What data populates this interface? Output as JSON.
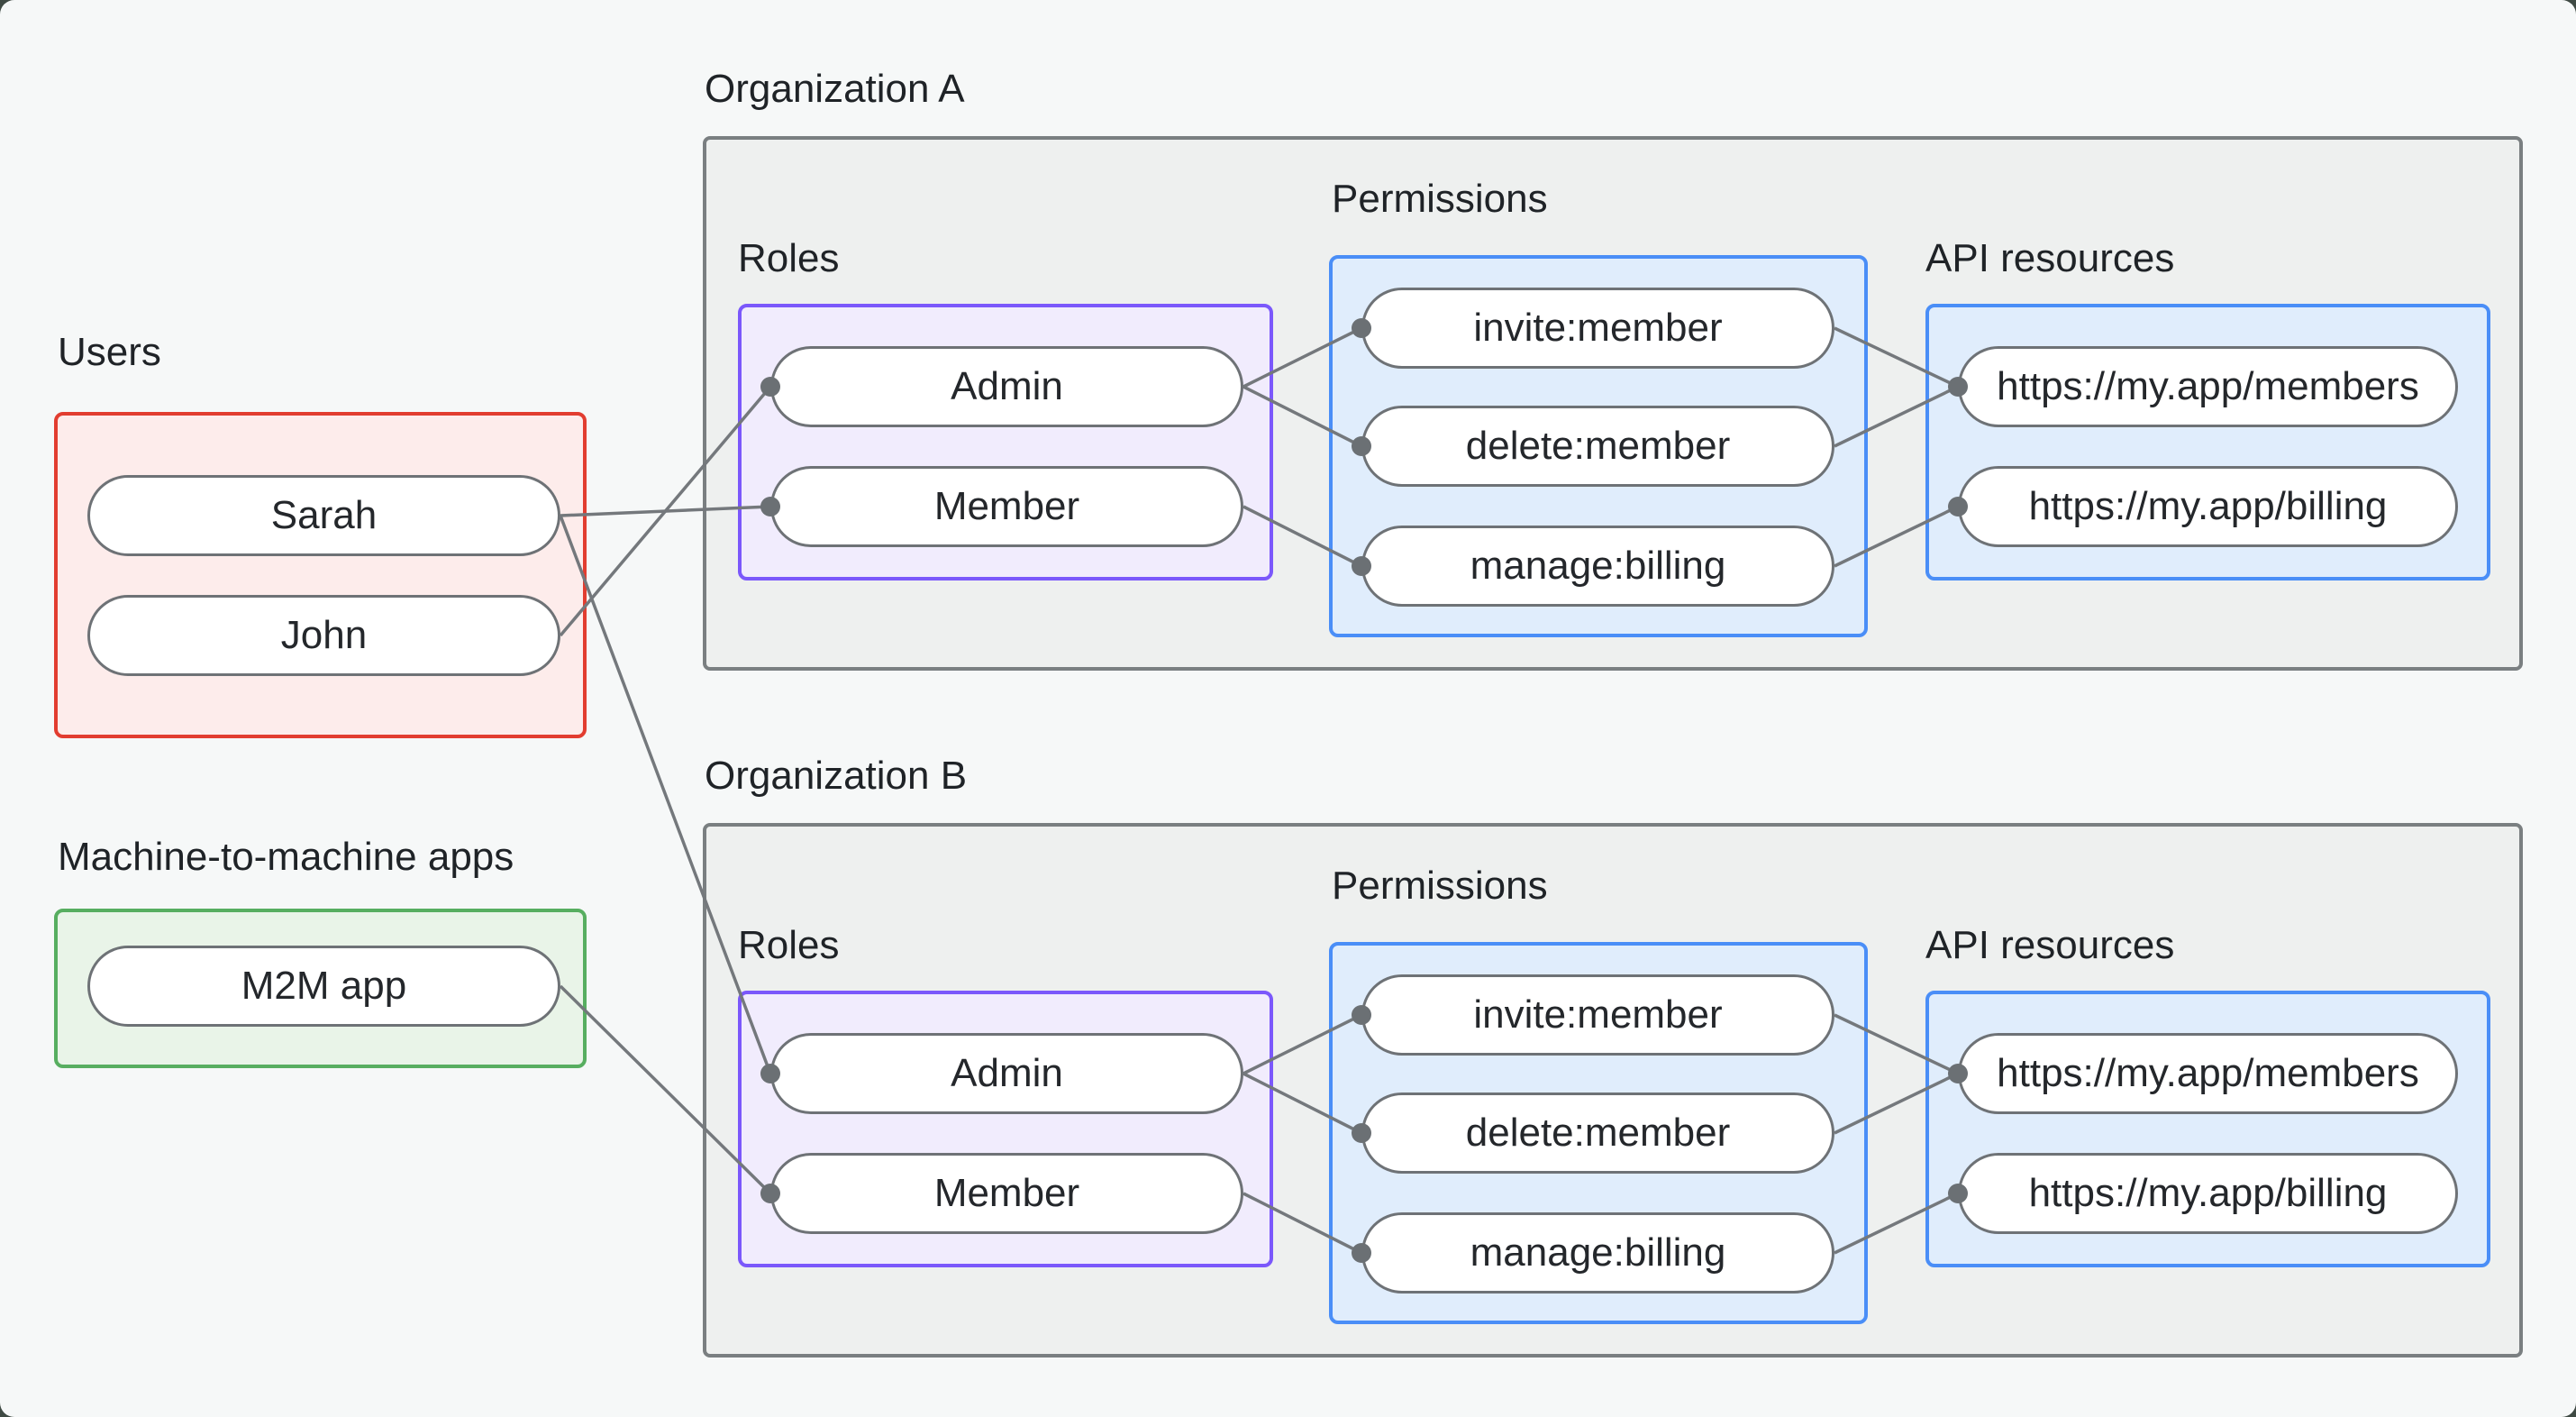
{
  "users_group": {
    "label": "Users",
    "items": [
      "Sarah",
      "John"
    ]
  },
  "m2m_group": {
    "label": "Machine-to-machine apps",
    "items": [
      "M2M app"
    ]
  },
  "orgs": [
    {
      "title": "Organization A",
      "roles_label": "Roles",
      "permissions_label": "Permissions",
      "api_label": "API resources",
      "roles": [
        "Admin",
        "Member"
      ],
      "permissions": [
        "invite:member",
        "delete:member",
        "manage:billing"
      ],
      "api_resources": [
        "https://my.app/members",
        "https://my.app/billing"
      ]
    },
    {
      "title": "Organization B",
      "roles_label": "Roles",
      "permissions_label": "Permissions",
      "api_label": "API resources",
      "roles": [
        "Admin",
        "Member"
      ],
      "permissions": [
        "invite:member",
        "delete:member",
        "manage:billing"
      ],
      "api_resources": [
        "https://my.app/members",
        "https://my.app/billing"
      ]
    }
  ],
  "edges": [
    {
      "from": "Sarah",
      "to": "Organization A / Member"
    },
    {
      "from": "John",
      "to": "Organization A / Admin"
    },
    {
      "from": "Sarah",
      "to": "Organization B / Admin"
    },
    {
      "from": "M2M app",
      "to": "Organization B / Member"
    },
    {
      "from": "Organization A / Admin",
      "to": "Organization A / invite:member"
    },
    {
      "from": "Organization A / Admin",
      "to": "Organization A / delete:member"
    },
    {
      "from": "Organization A / Member",
      "to": "Organization A / manage:billing"
    },
    {
      "from": "Organization A / invite:member",
      "to": "Organization A / https://my.app/members"
    },
    {
      "from": "Organization A / delete:member",
      "to": "Organization A / https://my.app/members"
    },
    {
      "from": "Organization A / manage:billing",
      "to": "Organization A / https://my.app/billing"
    },
    {
      "from": "Organization B / Admin",
      "to": "Organization B / invite:member"
    },
    {
      "from": "Organization B / Admin",
      "to": "Organization B / delete:member"
    },
    {
      "from": "Organization B / Member",
      "to": "Organization B / manage:billing"
    },
    {
      "from": "Organization B / invite:member",
      "to": "Organization B / https://my.app/members"
    },
    {
      "from": "Organization B / delete:member",
      "to": "Organization B / https://my.app/members"
    },
    {
      "from": "Organization B / manage:billing",
      "to": "Organization B / https://my.app/billing"
    }
  ],
  "colors": {
    "page_bg": "#f6f8f8",
    "frame_bg": "#3f4a44",
    "org_box_border": "#7a7f81",
    "org_box_fill": "#eef0ef",
    "users_border": "#e23d30",
    "users_fill": "#fdeceb",
    "m2m_border": "#57ae60",
    "m2m_fill": "#e9f4e8",
    "roles_border": "#7b58fb",
    "roles_fill": "#f1ecfd",
    "permissions_border": "#4a8ef7",
    "permissions_fill": "#e0edfc",
    "edge_line": "#74787c",
    "node_border": "#6e7276",
    "text": "#1f2327"
  }
}
